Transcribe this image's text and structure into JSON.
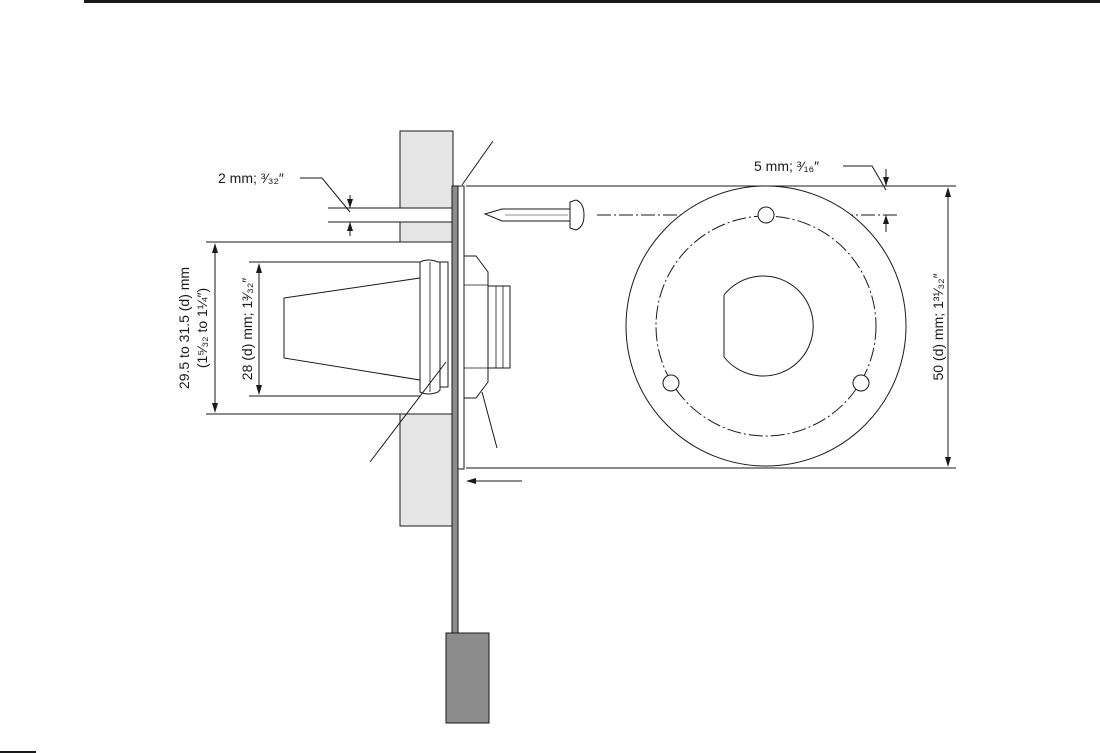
{
  "labels": {
    "panel_gap": "2 mm; ³⁄₃₂″",
    "screw_offset": "5 mm; ³⁄₁₆″",
    "hole_diameter_line1": "29.5 to 31.5 (d) mm",
    "hole_diameter_line2": "(1⁵⁄₃₂ to 1¼″)",
    "insert_diameter": "28 (d) mm; 1³⁄₃₂″",
    "bracket_diameter": "50 (d) mm; 1³¹⁄₃₂″"
  },
  "colors": {
    "line": "#1a1a1a",
    "panel_fill": "#e6e6e6",
    "bracket_fill": "#8c8c8c",
    "knob_fill": "#9a9a9a"
  }
}
